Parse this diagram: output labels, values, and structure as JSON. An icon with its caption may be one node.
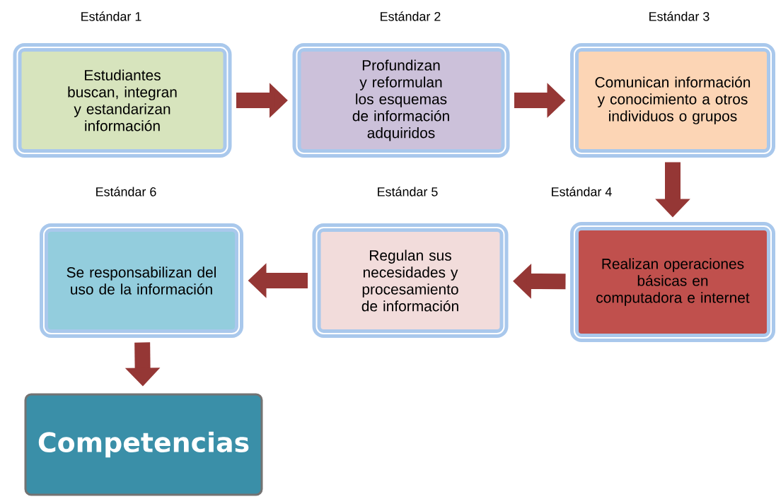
{
  "diagram": {
    "nodes": [
      {
        "text": [
          "Estudiantes buscan, integran y estandarizan información"
        ],
        "beside": [
          "Estándar 1"
        ]
      },
      {
        "text": [
          "Profundizan y reformulan los esquemas de información adquiridos"
        ],
        "beside": [
          "Estándar 2"
        ]
      },
      {
        "text": [
          "Comunican información y conocimiento a otros individuos o grupos"
        ],
        "beside": [
          "Estándar 3"
        ]
      },
      {
        "text": [
          "Realizan operaciones básicas en computadora e internet"
        ],
        "beside": [
          "Estándar 4"
        ]
      },
      {
        "text": [
          "Regulan sus necesidades y procesamiento de información"
        ],
        "beside": [
          "Estándar 5"
        ]
      },
      {
        "text": [
          "Se responsabilizan del uso de la información"
        ],
        "beside": [
          "Estándar 6"
        ]
      },
      {
        "text": [
          "Competencias"
        ]
      }
    ],
    "edges": [
      {
        "from": 0,
        "to": 1,
        "arrow": "to"
      },
      {
        "from": 1,
        "to": 2,
        "arrow": "to"
      },
      {
        "from": 2,
        "to": 3,
        "arrow": "to"
      },
      {
        "from": 3,
        "to": 4,
        "arrow": "to"
      },
      {
        "from": 4,
        "to": 5,
        "arrow": "to"
      },
      {
        "from": 5,
        "to": 6,
        "arrow": "to"
      }
    ]
  }
}
